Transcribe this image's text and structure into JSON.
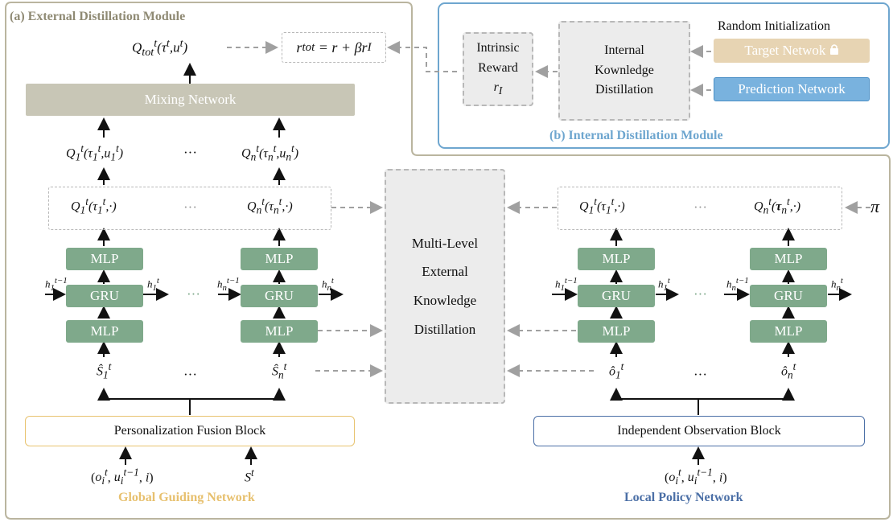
{
  "external_module": {
    "title": "(a) External Distillation Module"
  },
  "internal_module": {
    "title": "(b) Internal Distillation Module",
    "random_init": "Random Initialization",
    "target": "Target Netwok",
    "prediction": "Prediction Network",
    "internal_kd": "Internal Kownledge Distillation",
    "intrinsic": "Intrinsic Reward",
    "intrinsic_sym": "r_I"
  },
  "mixing": "Mixing Network",
  "q_tot": "Q_tot^t(τ^t,u^t)",
  "r_tot": "r_tot = r + βr_I",
  "multilevel": "Multi-Level External Knowledge Distillation",
  "global": {
    "title": "Global Guiding Network",
    "fusion": "Personalization Fusion Block",
    "q1u": "Q_1^t(τ_1^t,u_1^t)",
    "qnu": "Q_n^t(τ_n^t,u_n^t)",
    "q1": "Q_1^t(τ_1^t,·)",
    "qn": "Q_n^t(τ_n^t,·)",
    "s1": "Ŝ_1^t",
    "sn": "Ŝ_n^t",
    "in1": "(o_i^t, u_i^t−1, i)",
    "in2": "S^t",
    "h1in": "h_1^t−1",
    "h1out": "h_1^t",
    "hnin": "h_n^t−1",
    "hnout": "h_n^t"
  },
  "local": {
    "title": "Local Policy Network",
    "indep": "Independent Observation Block",
    "q1": "Q_1^t(τ_1^t,·)",
    "qn": "Q_n^t(τ_n^t,·)",
    "o1": "ô_1^t",
    "on": "ô_n^t",
    "in1": "(o_i^t, u_i^t−1, i)",
    "h1in": "h_1^t−1",
    "h1out": "h_1^t",
    "hnin": "h_n^t−1",
    "hnout": "h_n^t",
    "pi": "π"
  },
  "labels": {
    "mlp": "MLP",
    "gru": "GRU",
    "ellipsis": "···"
  },
  "colors": {
    "gru_mlp": "#7fa98b",
    "mixing": "#c8c6b6",
    "target": "#e7d4b3",
    "prediction": "#79b2de",
    "global_accent": "#e7c06e",
    "local_accent": "#4b6fa6",
    "module_a": "#8f8a74",
    "module_b": "#6ea6cf"
  }
}
